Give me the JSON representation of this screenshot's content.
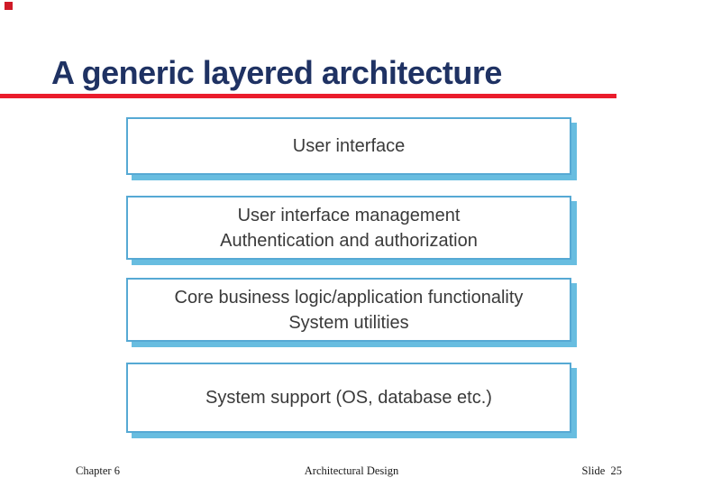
{
  "slide": {
    "title": "A generic layered architecture",
    "colors": {
      "title_text": "#1f3263",
      "accent_line": "#ea1c2c",
      "corner_marker": "#cf1a27",
      "box_border": "#56a9d4",
      "box_shadow": "#68bde0",
      "box_text": "#3a3a3a"
    }
  },
  "diagram": {
    "layers": [
      {
        "lines": [
          "User interface"
        ]
      },
      {
        "lines": [
          "User interface management",
          "Authentication and authorization"
        ]
      },
      {
        "lines": [
          "Core business logic/application functionality",
          "System utilities"
        ]
      },
      {
        "lines": [
          "System support (OS, database etc.)"
        ]
      }
    ]
  },
  "footer": {
    "chapter": "Chapter 6",
    "title": "Architectural Design",
    "slide_number": "Slide  25"
  }
}
